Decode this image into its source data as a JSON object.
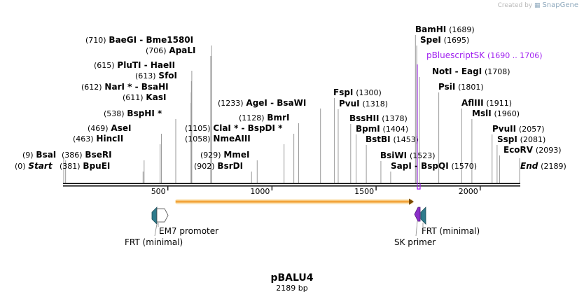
{
  "credit": {
    "prefix": "Created by",
    "brand": "SnapGene"
  },
  "title": "pBALU4",
  "length_label": "2189 bp",
  "ruler": {
    "length": 2189,
    "ticks": [
      {
        "pos": 500,
        "label": "500"
      },
      {
        "pos": 1000,
        "label": "1000"
      },
      {
        "pos": 1500,
        "label": "1500"
      },
      {
        "pos": 2000,
        "label": "2000"
      }
    ]
  },
  "sites": [
    {
      "name": "Start",
      "pos": 0,
      "text": "(0)",
      "special": true
    },
    {
      "name": "BsaI",
      "pos": 9,
      "text": "(9)"
    },
    {
      "name": "BpuEI",
      "pos": 381,
      "text": "(381)"
    },
    {
      "name": "BseRI",
      "pos": 386,
      "text": "(386)"
    },
    {
      "name": "HincII",
      "pos": 463,
      "text": "(463)"
    },
    {
      "name": "AseI",
      "pos": 469,
      "text": "(469)"
    },
    {
      "name": "BspHI *",
      "pos": 538,
      "text": "(538)"
    },
    {
      "name": "KasI",
      "pos": 611,
      "text": "(611)"
    },
    {
      "name": "NarI * - BsaHI",
      "pos": 612,
      "text": "(612)"
    },
    {
      "name": "SfoI",
      "pos": 613,
      "text": "(613)"
    },
    {
      "name": "PluTI - HaeII",
      "pos": 615,
      "text": "(615)"
    },
    {
      "name": "ApaLI",
      "pos": 706,
      "text": "(706)"
    },
    {
      "name": "BaeGI - Bme1580I",
      "pos": 710,
      "text": "(710)"
    },
    {
      "name": "BsrDI",
      "pos": 902,
      "text": "(902)"
    },
    {
      "name": "MmeI",
      "pos": 929,
      "text": "(929)"
    },
    {
      "name": "NmeAIII",
      "pos": 1058,
      "text": "(1058)"
    },
    {
      "name": "ClaI * - BspDI *",
      "pos": 1105,
      "text": "(1105)"
    },
    {
      "name": "BmrI",
      "pos": 1128,
      "text": "(1128)"
    },
    {
      "name": "AgeI - BsaWI",
      "pos": 1233,
      "text": "(1233)"
    },
    {
      "name": "FspI",
      "pos": 1300,
      "text": "(1300)"
    },
    {
      "name": "PvuI",
      "pos": 1318,
      "text": "(1318)"
    },
    {
      "name": "BssHII",
      "pos": 1378,
      "text": "(1378)"
    },
    {
      "name": "BpmI",
      "pos": 1404,
      "text": "(1404)"
    },
    {
      "name": "BstBI",
      "pos": 1453,
      "text": "(1453)"
    },
    {
      "name": "BsiWI",
      "pos": 1523,
      "text": "(1523)"
    },
    {
      "name": "SapI - BspQI",
      "pos": 1570,
      "text": "(1570)"
    },
    {
      "name": "BamHI",
      "pos": 1689,
      "text": "(1689)"
    },
    {
      "name": "SpeI",
      "pos": 1695,
      "text": "(1695)"
    },
    {
      "name": "NotI - EagI",
      "pos": 1708,
      "text": "(1708)"
    },
    {
      "name": "PsiI",
      "pos": 1801,
      "text": "(1801)"
    },
    {
      "name": "AflIII",
      "pos": 1911,
      "text": "(1911)"
    },
    {
      "name": "MslI",
      "pos": 1960,
      "text": "(1960)"
    },
    {
      "name": "PvuII",
      "pos": 2057,
      "text": "(2057)"
    },
    {
      "name": "SspI",
      "pos": 2081,
      "text": "(2081)"
    },
    {
      "name": "EcoRV",
      "pos": 2093,
      "text": "(2093)"
    },
    {
      "name": "End",
      "pos": 2189,
      "text": "(2189)",
      "special": true
    }
  ],
  "primer": {
    "name": "pBluescriptSK",
    "range": "(1690 .. 1706)",
    "color": "#a020f0"
  },
  "features": [
    {
      "name": "EM7 promoter",
      "color": "#ffffff"
    },
    {
      "name": "FRT (minimal)",
      "color": "#2e7b8c"
    },
    {
      "name": "SK primer",
      "color": "#8b2fc9"
    },
    {
      "name": "FRT (minimal)",
      "color": "#2e7b8c"
    }
  ],
  "orf_color": "#f2a33a"
}
